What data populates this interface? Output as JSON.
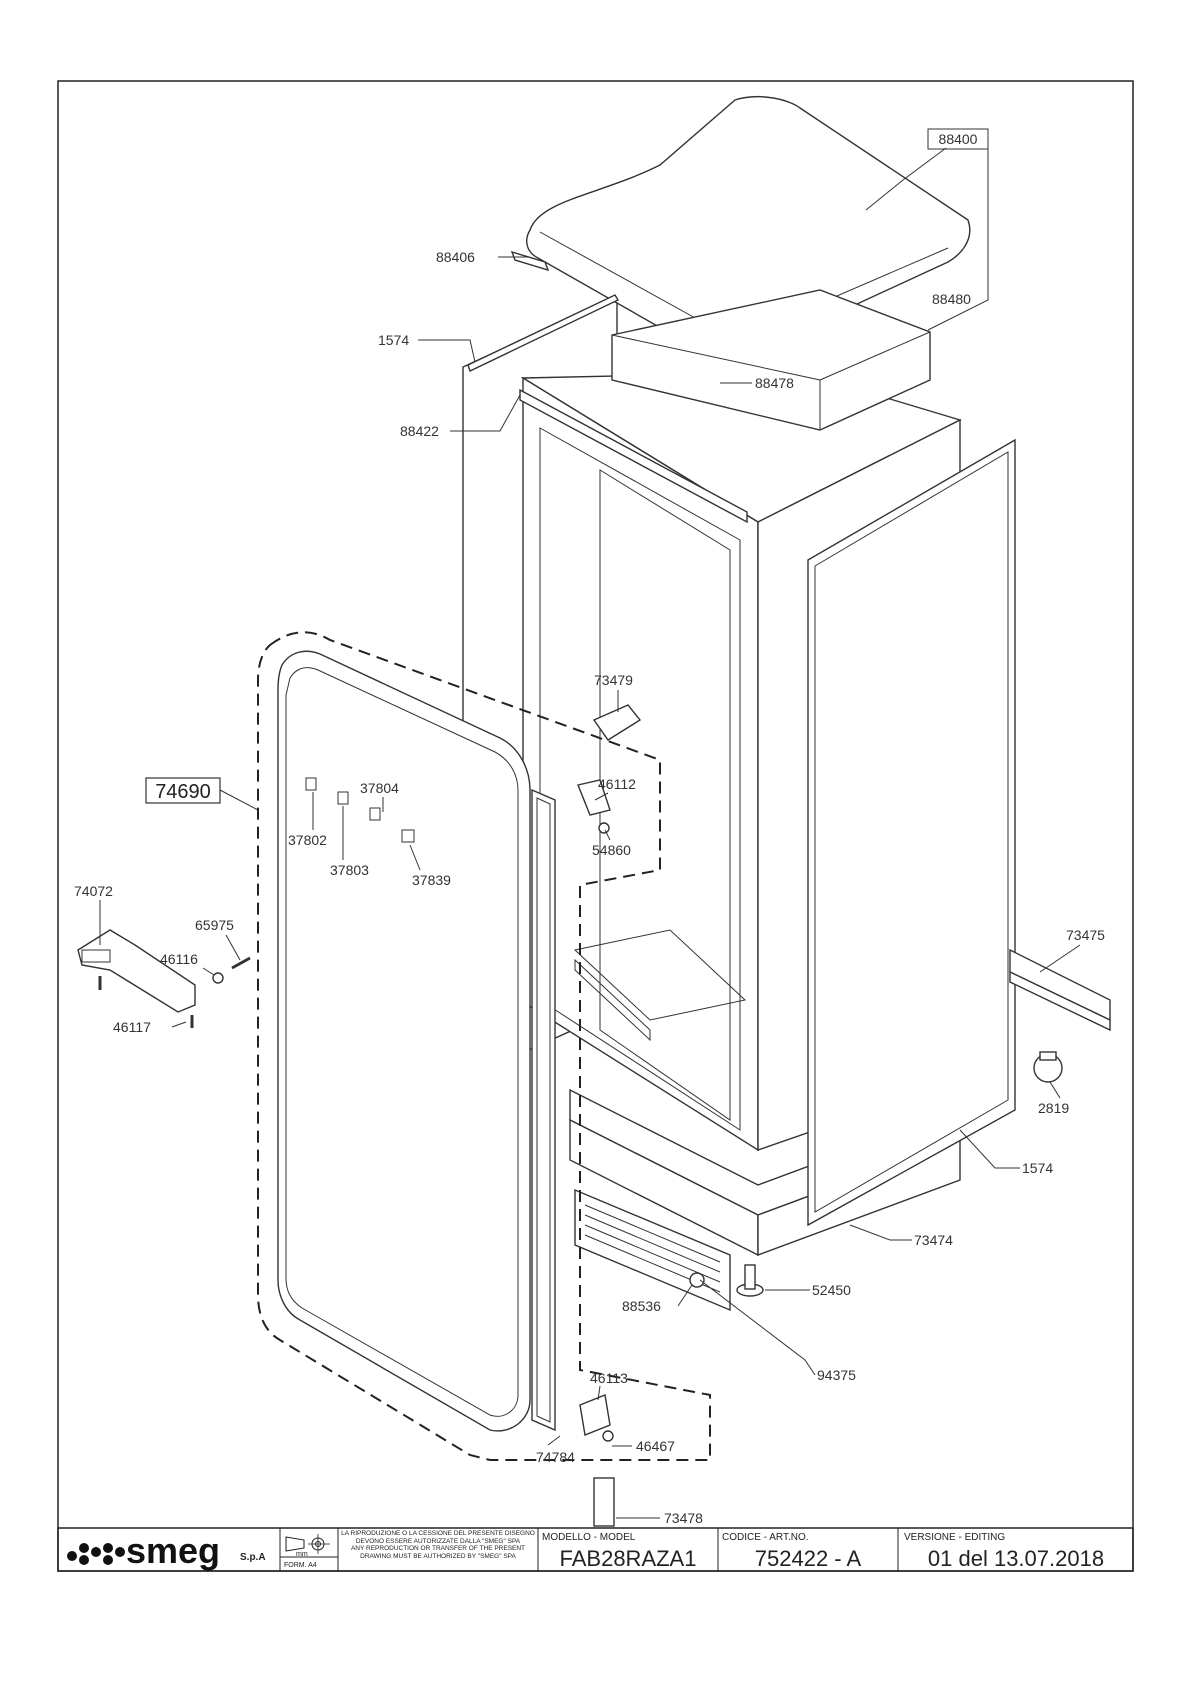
{
  "diagram": {
    "part_labels": {
      "p88400": "88400",
      "p88406": "88406",
      "p88480": "88480",
      "p1574_top": "1574",
      "p88478": "88478",
      "p88422": "88422",
      "p73479": "73479",
      "p74690": "74690",
      "p37804": "37804",
      "p46112": "46112",
      "p37802": "37802",
      "p54860": "54860",
      "p37803": "37803",
      "p37839": "37839",
      "p74072": "74072",
      "p65975": "65975",
      "p73475": "73475",
      "p46116": "46116",
      "p46117": "46117",
      "p2819": "2819",
      "p1574_bottom": "1574",
      "p73474": "73474",
      "p52450": "52450",
      "p88536": "88536",
      "p94375": "94375",
      "p46113": "46113",
      "p46467": "46467",
      "p74784": "74784",
      "p73478": "73478"
    }
  },
  "title_block": {
    "brand": "smeg",
    "brand_suffix": "S.p.A",
    "unit": "mm",
    "form": "FORM. A4",
    "notice_it": "LA RIPRODUZIONE O LA CESSIONE DEL PRESENTE DISEGNO DEVONO ESSERE AUTORIZZATE DALLA \"SMEG\" SPA",
    "notice_en": "ANY REPRODUCTION OR TRANSFER OF THE PRESENT DRAWING MUST BE AUTHORIZED BY \"SMEG\" SPA",
    "model_label": "MODELLO - MODEL",
    "model_value": "FAB28RAZA1",
    "code_label": "CODICE - ART.NO.",
    "code_value": "752422 - A",
    "version_label": "VERSIONE - EDITING",
    "version_value": "01 del 13.07.2018"
  }
}
